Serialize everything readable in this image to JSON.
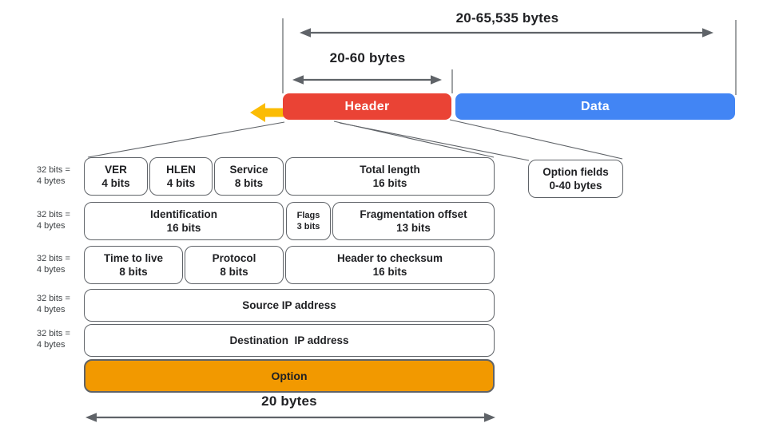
{
  "colors": {
    "header_fill": "#EA4335",
    "data_fill": "#4285F4",
    "option_fill": "#F29900",
    "accent_arrow": "#FBBC04",
    "line": "#5F6368",
    "text": "#202124"
  },
  "dimensions": {
    "packet_range": "20-65,535 bytes",
    "header_range": "20-60 bytes",
    "header_total": "20 bytes"
  },
  "packet": {
    "header_label": "Header",
    "data_label": "Data"
  },
  "row_label": {
    "line1": "32 bits =",
    "line2": "4 bytes"
  },
  "rows": [
    {
      "cells": [
        {
          "title": "VER",
          "sub": "4 bits"
        },
        {
          "title": "HLEN",
          "sub": "4 bits"
        },
        {
          "title": "Service",
          "sub": "8 bits"
        },
        {
          "title": "Total length",
          "sub": "16 bits"
        }
      ]
    },
    {
      "cells": [
        {
          "title": "Identification",
          "sub": "16 bits"
        },
        {
          "title": "Flags",
          "sub": "3 bits"
        },
        {
          "title": "Fragmentation offset",
          "sub": "13 bits"
        }
      ]
    },
    {
      "cells": [
        {
          "title": "Time to live",
          "sub": "8 bits"
        },
        {
          "title": "Protocol",
          "sub": "8 bits"
        },
        {
          "title": "Header to checksum",
          "sub": "16 bits"
        }
      ]
    },
    {
      "cells": [
        {
          "title": "Source IP address"
        }
      ]
    },
    {
      "cells": [
        {
          "title": "Destination  IP address"
        }
      ]
    }
  ],
  "option_fields": {
    "title": "Option fields",
    "sub": "0-40 bytes"
  },
  "option_row": {
    "label": "Option"
  }
}
